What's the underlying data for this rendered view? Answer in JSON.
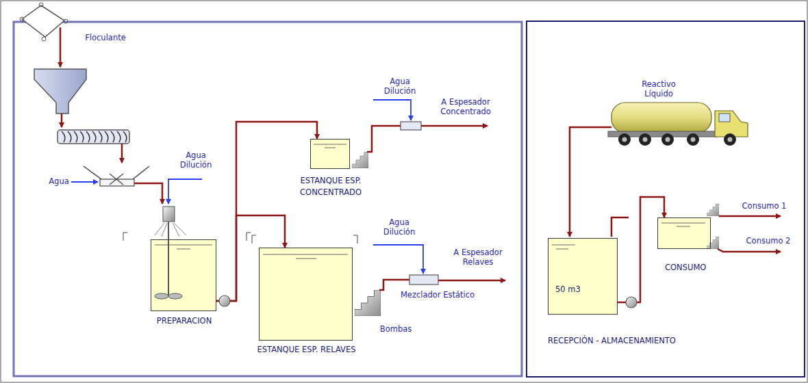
{
  "diagram": {
    "nodes": [
      {
        "text": [
          "PREPARACION"
        ]
      },
      {
        "text": [
          "ESTANQUE ESP. CONCENTRADO"
        ]
      },
      {
        "text": [
          "ESTANQUE ESP. RELAVES"
        ]
      },
      {
        "text": [
          "RECEPCIÓN - ALMACENAMIENTO"
        ]
      },
      {
        "text": [
          "50 m3"
        ],
        "in": 3
      },
      {
        "text": [
          "CONSUMO"
        ],
        "in": 3
      }
    ],
    "edges": [
      {
        "from": 0,
        "to": 1,
        "arrow": "to"
      },
      {
        "from": 0,
        "to": 2,
        "arrow": "to"
      },
      {
        "from": 4,
        "to": 5,
        "arrow": "to"
      }
    ],
    "labels": [
      "Floculante",
      "Agua",
      "Agua Dilución",
      "Agua Dilución",
      "A Espesador Concentrado",
      "Agua Dilución",
      "A Espesador Relaves",
      "Mezclador Estático",
      "Bombas",
      "Reactivo Líquido",
      "Consumo 1",
      "Consumo 2"
    ]
  }
}
